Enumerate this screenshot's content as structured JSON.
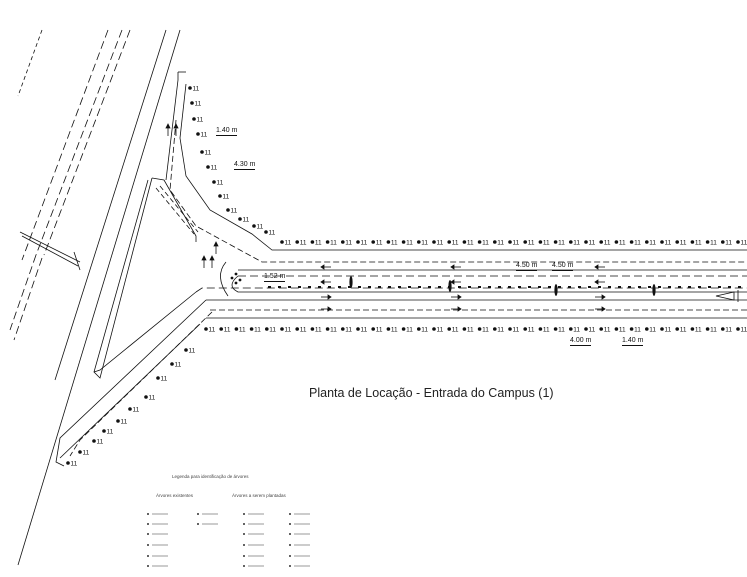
{
  "plan": {
    "title": "Planta de Locação - Entrada do Campus (1)",
    "pole_label": "11",
    "dimensions": {
      "d1": "1.40 m",
      "d2": "4.30 m",
      "d3": "1.52 m",
      "d4": "4.50 m",
      "d5": "4.50 m",
      "d6": "4.00 m",
      "d7": "1.40 m"
    },
    "legend": {
      "heading": "Legenda para identificação de árvores",
      "col1_heading": "Árvores existentes",
      "col2_heading": "Árvores a serem plantadas"
    }
  }
}
